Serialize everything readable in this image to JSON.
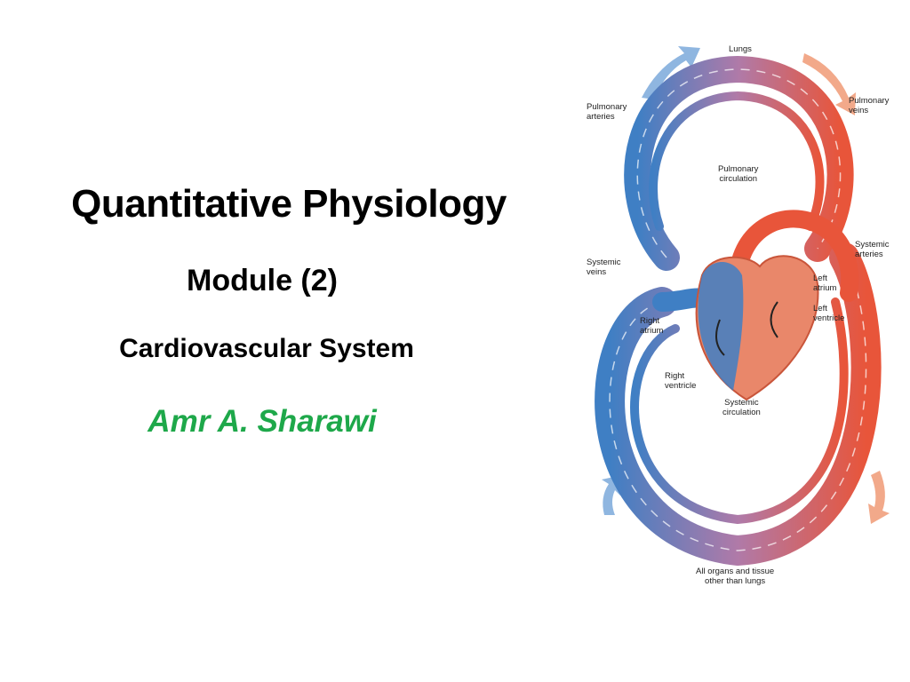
{
  "slide": {
    "title": "Quantitative Physiology",
    "module": "Module (2)",
    "subtitle": "Cardiovascular System",
    "author": "Amr A. Sharawi",
    "author_color": "#1ea84a"
  },
  "diagram": {
    "labels": {
      "lungs": "Lungs",
      "pulmonary_arteries": "Pulmonary\narteries",
      "pulmonary_veins": "Pulmonary\nveins",
      "pulmonary_circulation": "Pulmonary\ncirculation",
      "systemic_arteries": "Systemic\narteries",
      "systemic_veins": "Systemic\nveins",
      "left_atrium": "Left\natrium",
      "left_ventricle": "Left\nventricle",
      "right_atrium": "Right\natrium",
      "right_ventricle": "Right\nventricle",
      "systemic_circulation": "Systemic\ncirculation",
      "organs": "All organs and tissue\nother than lungs"
    },
    "colors": {
      "venous_blue": "#3f7fc4",
      "arterial_red": "#e8553a",
      "capillary_purple": "#b07aa8",
      "arrow_blue": "#8fb6e0",
      "arrow_orange": "#f2a98a"
    }
  }
}
